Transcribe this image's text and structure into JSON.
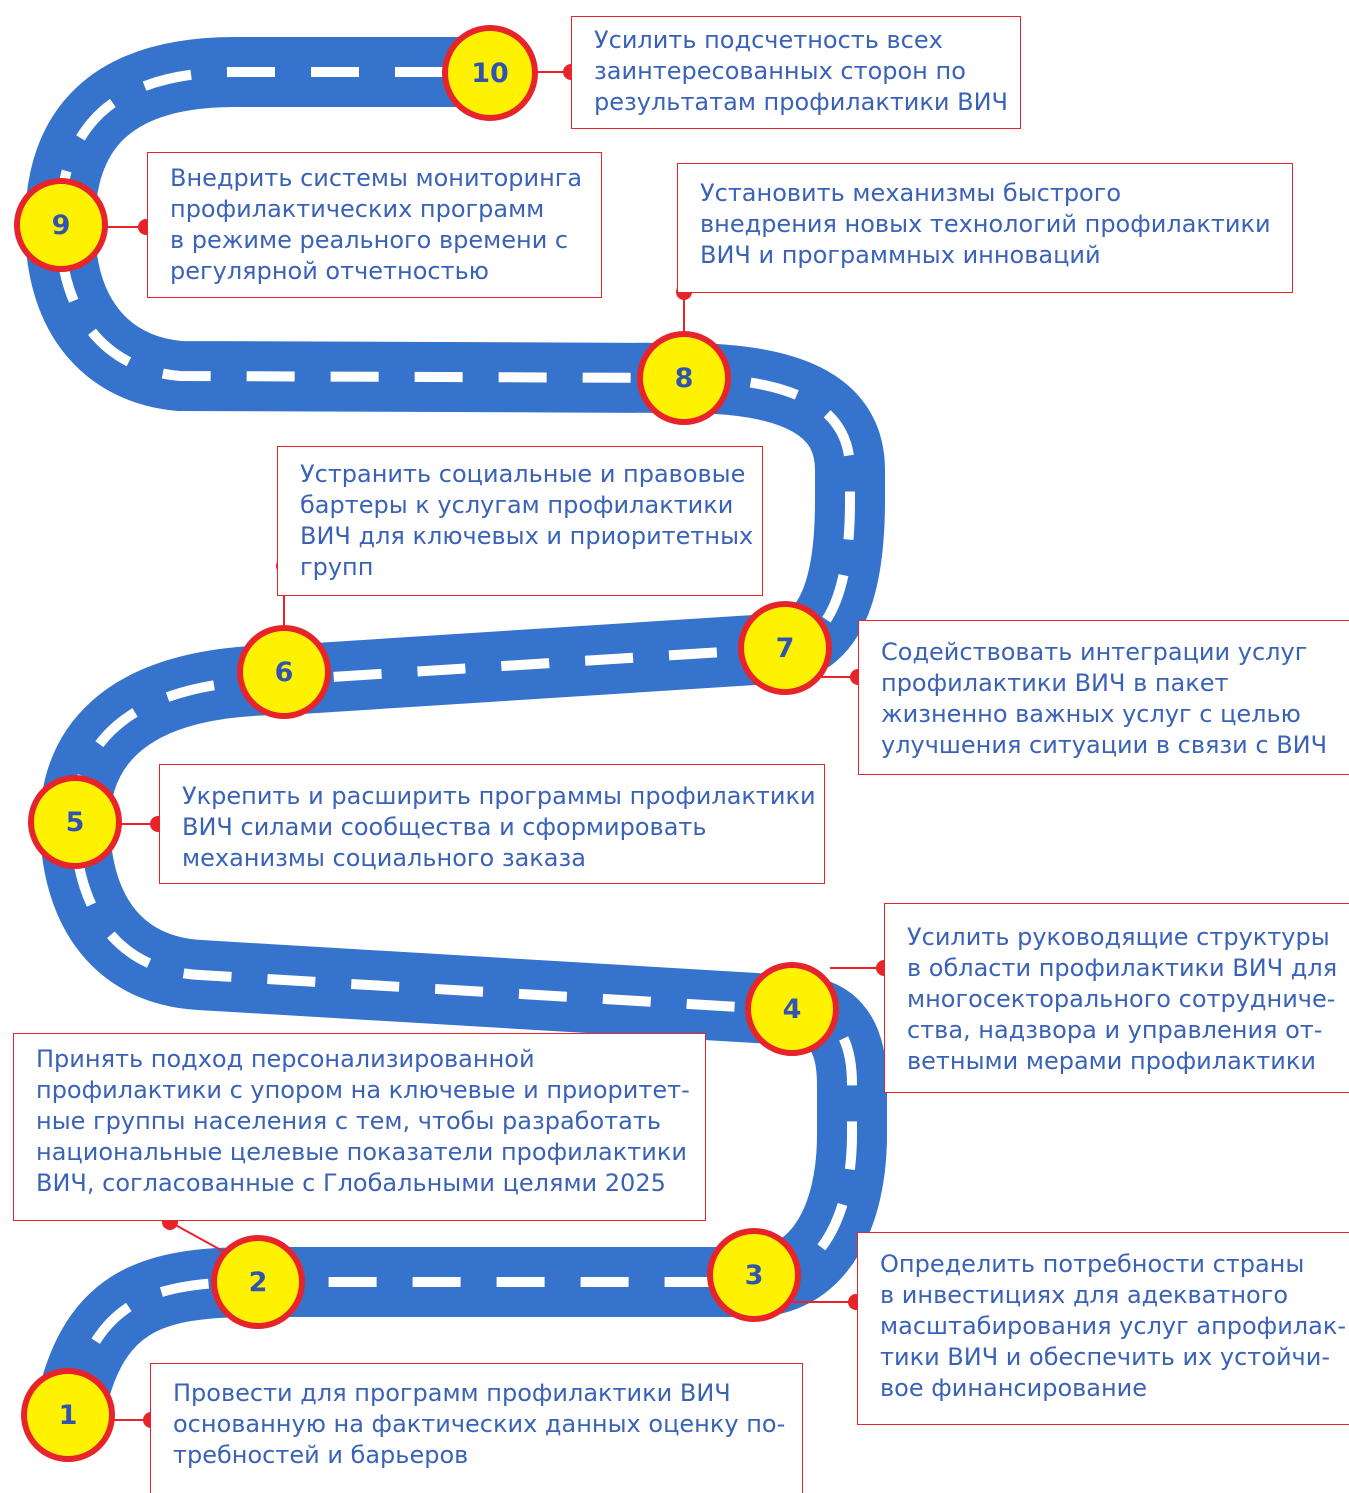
{
  "colors": {
    "road": "#3573cc",
    "dash": "#ffffff",
    "accent": "#e8242b",
    "marker_fill": "#fff200",
    "number": "#2f55b0",
    "text": "#3a63b8"
  },
  "steps": [
    {
      "number": "1",
      "lines": [
        "Провести для программ профилактики ВИЧ",
        "основанную на фактических данных оценку по-",
        "требностей и барьеров"
      ]
    },
    {
      "number": "2",
      "lines": [
        "Принять подход персонализированной",
        "профилактики с упором на ключевые и приоритет-",
        "ные группы населения с тем, чтобы разработать",
        "национальные целевые показатели профилактики",
        "ВИЧ, согласованные с Глобальными целями 2025"
      ]
    },
    {
      "number": "3",
      "lines": [
        "Определить потребности страны",
        "в инвестициях для адекватного",
        "масштабирования услуг апрофилак-",
        "тики ВИЧ и обеспечить их устойчи-",
        "вое финансирование"
      ]
    },
    {
      "number": "4",
      "lines": [
        "Усилить руководящие структуры",
        "в области профилактики ВИЧ для",
        "многосекторального сотрудниче-",
        "ства, надзвора и управления от-",
        "ветными мерами профилактики"
      ]
    },
    {
      "number": "5",
      "lines": [
        "Укрепить и расширить программы профилактики",
        "ВИЧ силами сообщества и сформировать",
        "механизмы социального заказа"
      ]
    },
    {
      "number": "6",
      "lines": [
        "Устранить социальные и правовые",
        "бартеры к услугам профилактики",
        "ВИЧ для ключевых и приоритетных",
        "групп"
      ]
    },
    {
      "number": "7",
      "lines": [
        "Содействовать интеграции услуг",
        "профилактики ВИЧ в пакет",
        "жизненно важных услуг с целью",
        "улучшения ситуации в связи с ВИЧ"
      ]
    },
    {
      "number": "8",
      "lines": [
        "Установить механизмы быстрого",
        "внедрения новых технологий профилактики",
        "ВИЧ и программных инноваций"
      ]
    },
    {
      "number": "9",
      "lines": [
        "Внедрить системы мониторинга",
        "профилактических программ",
        "в режиме реального времени с",
        "регулярной отчетностью"
      ]
    },
    {
      "number": "10",
      "lines": [
        "Усилить подсчетность всех",
        "заинтересованных сторон по",
        "результатам профилактики ВИЧ"
      ]
    }
  ]
}
